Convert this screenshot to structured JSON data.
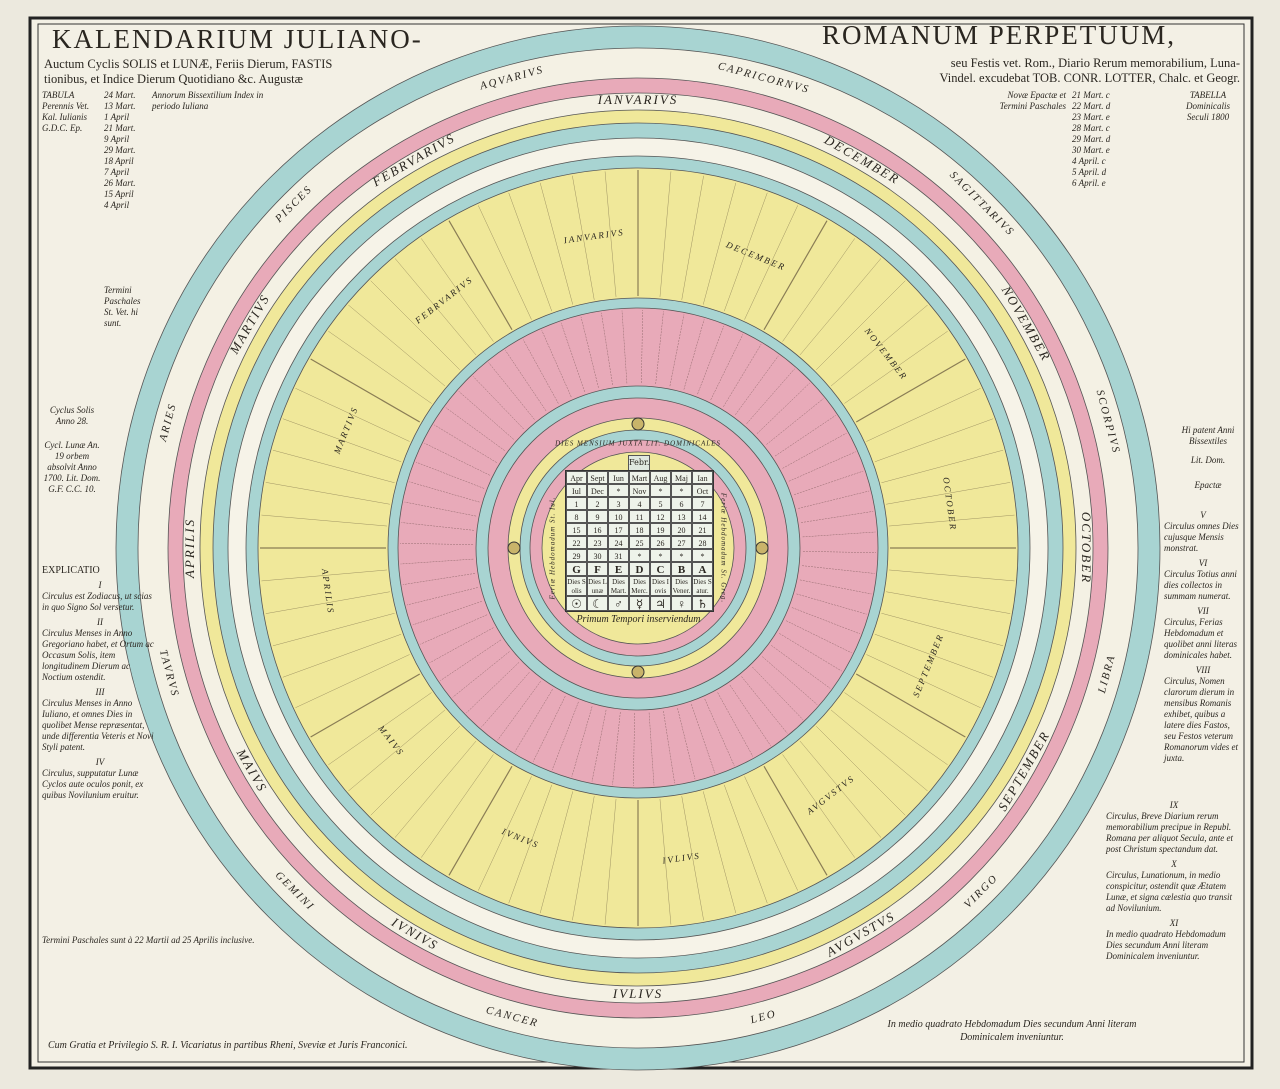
{
  "title": {
    "left": "KALENDARIUM JULIANO-",
    "right": "ROMANUM PERPETUUM,",
    "subtitle_left_1": "Auctum Cyclis SOLIS et LUNÆ, Feriis Dierum, FASTIS",
    "subtitle_left_2": "tionibus, et Indice Dierum Quotidiano &c.   Augustæ",
    "subtitle_right_1": "seu Festis vet. Rom., Diario Rerum memorabilium, Luna-",
    "subtitle_right_2": "Vindel. excudebat TOB. CONR. LOTTER, Chalc. et Geogr."
  },
  "left_panel": {
    "tabula": "TABULA Perennis Vet. Kal. Iulianis G.D.C. Ep.",
    "dates": [
      "24 Mart.",
      "13 Mart.",
      "1 April",
      "21 Mart.",
      "9 April",
      "29 Mart.",
      "18 April",
      "7 April",
      "26 Mart.",
      "15 April",
      "4 April"
    ],
    "index_note": "Annorum Bissextilium Index in periodo Iuliana",
    "termini": "Termini Paschales St. Vet. hi sunt.",
    "cyclus_solis": "Cyclus Solis Anno 28.",
    "cyclus_lunae": "Cycl. Lunæ An. 19 orbem absolvit Anno 1700. Lit. Dom. G.F. C.C. 10.",
    "explicatio_title": "EXPLICATIO",
    "explicatio": [
      {
        "num": "I",
        "text": "Circulus est Zodiacus, ut scias in quo Signo Sol versetur."
      },
      {
        "num": "II",
        "text": "Circulus Menses in Anno Gregoriano habet, et Ortum ac Occasum Solis, item longitudinem Dierum ac Noctium ostendit."
      },
      {
        "num": "III",
        "text": "Circulus Menses in Anno Iuliano, et omnes Dies in quolibet Mense repræsentat, unde differentia Veteris et Novi Styli patent."
      },
      {
        "num": "IV",
        "text": "Circulus, supputatur Lunæ Cyclos aute oculos ponit, ex quibus Novilunium eruitur."
      }
    ],
    "termini_note": "Termini Paschales sunt à 22 Martii ad 25 Aprilis inclusive."
  },
  "right_panel": {
    "epactae": "Novæ Epactæ et Termini Paschales",
    "dates": [
      "21 Mart. c",
      "22 Mart. d",
      "23 Mart. e",
      "28 Mart. c",
      "29 Mart. d",
      "30 Mart. e",
      "4 April. c",
      "5 April. d",
      "6 April. e"
    ],
    "tabella": "TABELLA Dominicalis Seculi 1800",
    "bissextiles": "Hi patent Anni Bissextiles",
    "lit_dom": "Lit. Dom.",
    "epacta": "Epactæ",
    "explicatio": [
      {
        "num": "V",
        "text": "Circulus omnes Dies cujusque Mensis monstrat."
      },
      {
        "num": "VI",
        "text": "Circulus Totius anni dies collectos in summam numerat."
      },
      {
        "num": "VII",
        "text": "Circulus, Ferias Hebdomadum et quolibet anni literas dominicales habet."
      },
      {
        "num": "VIII",
        "text": "Circulus, Nomen clarorum dierum in mensibus Romanis exhibet, quibus a latere dies Fastos, seu Festos veterum Romanorum vides et juxta."
      },
      {
        "num": "IX",
        "text": "Circulus, Breve Diarium rerum memorabilium precipue in Republ. Romana per aliquot Secula, ante et post Christum spectandum dat."
      },
      {
        "num": "X",
        "text": "Circulus, Lunationum, in medio conspicitur, ostendit quæ Ætatem Lunæ, et signa cælestia quo transit ad Novilunium."
      },
      {
        "num": "XI",
        "text": "In medio quadrato Hebdomadum Dies secundum Anni literam Dominicalem inveniuntur."
      }
    ]
  },
  "months": [
    "IANVARIVS",
    "FEBRVARIVS",
    "MARTIVS",
    "APRILIS",
    "MAIVS",
    "IVNIVS",
    "IVLIVS",
    "AVGVSTVS",
    "SEPTEMBER",
    "OCTOBER",
    "NOVEMBER",
    "DECEMBER"
  ],
  "zodiac": [
    "CAPRICORNVS",
    "AQVARIVS",
    "PISCES",
    "ARIES",
    "TAVRVS",
    "GEMINI",
    "CANCER",
    "LEO",
    "VIRGO",
    "LIBRA",
    "SCORPIVS",
    "SAGITTARIVS"
  ],
  "center": {
    "ring_text": "DIES MENSIUM JUXTA LIT. DOMINICALES",
    "left_text": "Feriæ Hebdomadum St. Iul.",
    "right_text": "Feriæ Hebdomadum St. Greg.",
    "feb": "Febr.",
    "rows": [
      [
        "Apr",
        "Sept",
        "Iun",
        "Mart",
        "Aug",
        "Maj",
        "Ian"
      ],
      [
        "Iul",
        "Dec",
        "*",
        "Nov",
        "*",
        "*",
        "Oct"
      ],
      [
        "1",
        "2",
        "3",
        "4",
        "5",
        "6",
        "7"
      ],
      [
        "8",
        "9",
        "10",
        "11",
        "12",
        "13",
        "14"
      ],
      [
        "15",
        "16",
        "17",
        "18",
        "19",
        "20",
        "21"
      ],
      [
        "22",
        "23",
        "24",
        "25",
        "26",
        "27",
        "28"
      ],
      [
        "29",
        "30",
        "31",
        "*",
        "*",
        "*",
        "*"
      ]
    ],
    "letters": [
      "G",
      "F",
      "E",
      "D",
      "C",
      "B",
      "A"
    ],
    "days": [
      "Dies Solis",
      "Dies Lunæ",
      "Dies Mart.",
      "Dies Merc.",
      "Dies Iovis",
      "Dies Vener.",
      "Dies Satur."
    ],
    "planets": [
      "☉",
      "☾",
      "♂",
      "☿",
      "♃",
      "♀",
      "♄"
    ],
    "motto": "Primum Tempori inserviendum"
  },
  "privilege": "Cum Gratia et Privilegio S. R. I. Vicariatus in partibus Rheni, Sveviæ et Juris Franconici.",
  "footer_right": "In medio quadrato Hebdomadum Dies secundum Anni literam Dominicalem inveniuntur.",
  "colors": {
    "paper": "#ece9de",
    "blue": "#a8d4d2",
    "pink": "#e8aab9",
    "yellow": "#f0e89a",
    "ink": "#2a2620"
  }
}
